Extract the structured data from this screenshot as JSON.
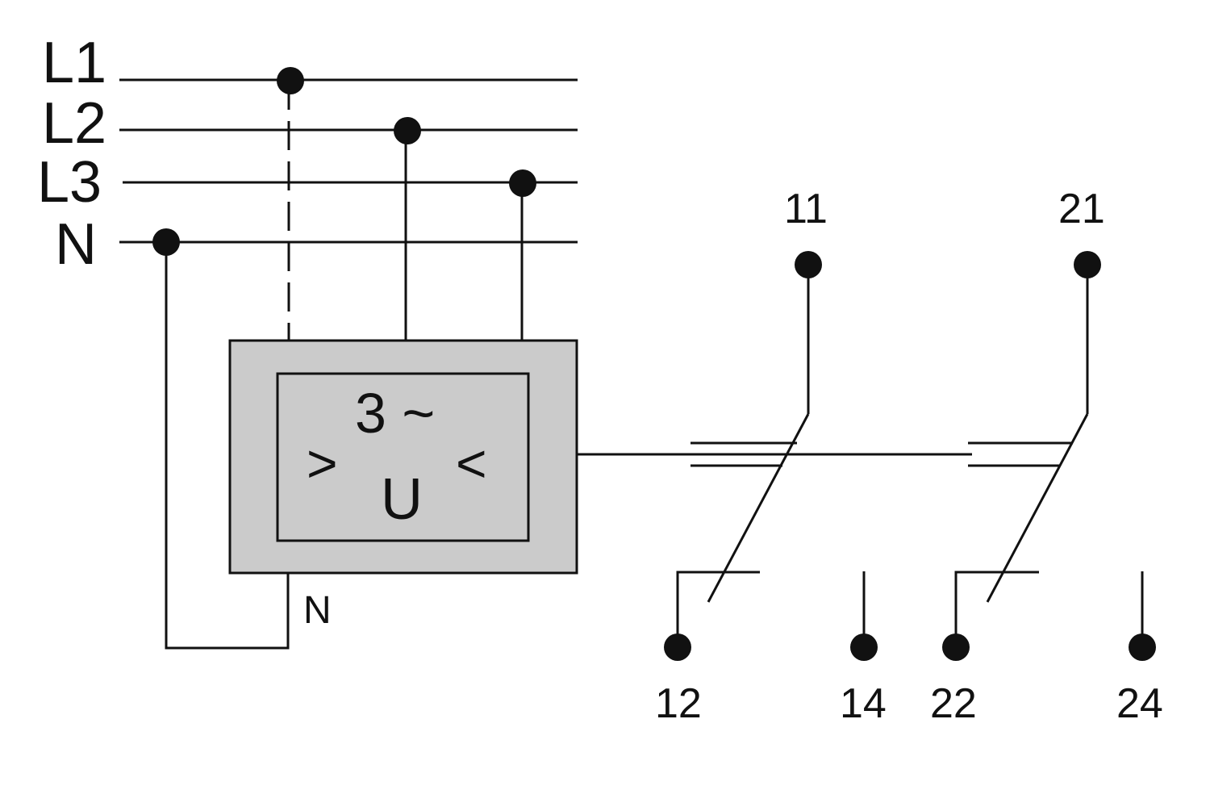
{
  "lines": [
    "L1",
    "L2",
    "L3",
    "N"
  ],
  "device": {
    "phase_label": "3 ~",
    "over_symbol": ">",
    "under_symbol": "<",
    "voltage_symbol": "U",
    "neutral_terminal": "N"
  },
  "contacts": {
    "relay1": {
      "common": "11",
      "nc": "12",
      "no": "14"
    },
    "relay2": {
      "common": "21",
      "nc": "22",
      "no": "24"
    }
  },
  "colors": {
    "device_fill": "#cbcbcb",
    "ink": "#111111"
  }
}
